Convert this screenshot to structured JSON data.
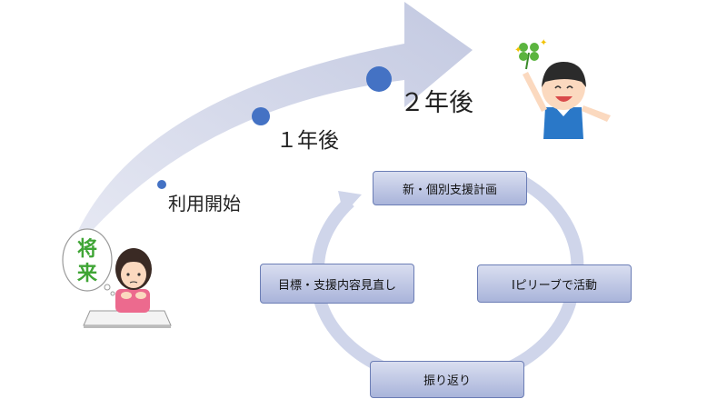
{
  "milestones": [
    {
      "label": "利用開始"
    },
    {
      "label": "１年後"
    },
    {
      "label": "２年後"
    }
  ],
  "cycle": {
    "steps": [
      {
        "label": "新・個別支援計画"
      },
      {
        "label": "Ⅰピリーブで活動"
      },
      {
        "label": "振り返り"
      },
      {
        "label": "目標・支援内容見直し"
      }
    ]
  },
  "thought_bubble": {
    "line1": "将",
    "line2": "来"
  },
  "colors": {
    "arrow": "#c6cbe2",
    "dot": "#4472c4",
    "box_top": "#d9def0",
    "box_bottom": "#a9b4da",
    "box_border": "#6b7db5",
    "cycle_ring": "#cfd5ea",
    "bubble_text": "#3fa535"
  }
}
